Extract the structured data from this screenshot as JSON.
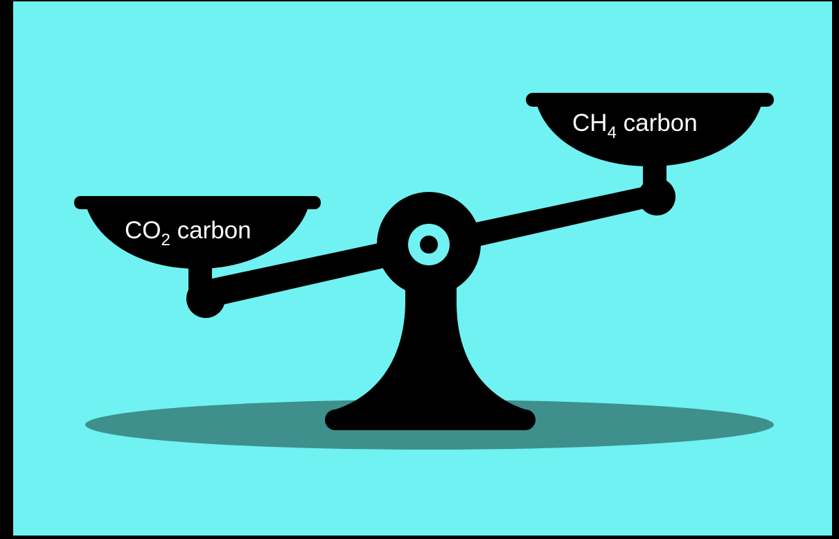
{
  "colors": {
    "background": "#6ff2f1",
    "frame": "#000000",
    "shadow": "#3f8f8d",
    "scale": "#000000",
    "label_text": "#ffffff"
  },
  "left_pan": {
    "label_main": "CO",
    "label_sub": "2",
    "label_rest": " carbon"
  },
  "right_pan": {
    "label_main": "CH",
    "label_sub": "4",
    "label_rest": " carbon"
  },
  "icon": "balance-scale-icon"
}
